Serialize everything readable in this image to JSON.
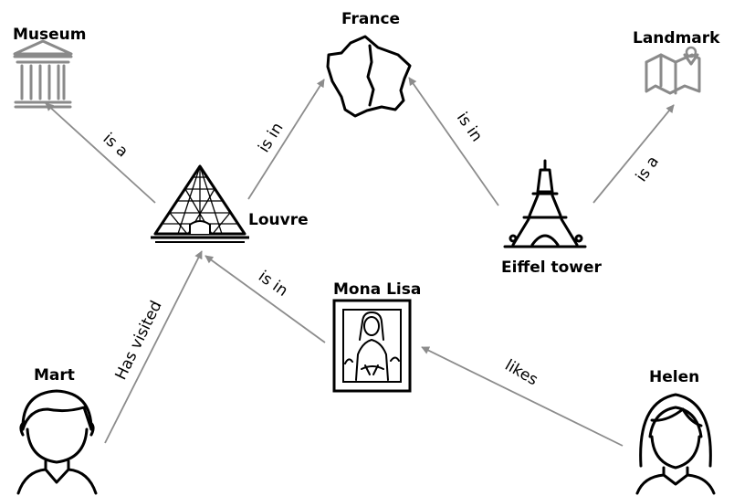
{
  "diagram": {
    "nodes": {
      "museum": "Museum",
      "france": "France",
      "landmark": "Landmark",
      "louvre": "Louvre",
      "eiffel": "Eiffel tower",
      "mona_lisa": "Mona Lisa",
      "mart": "Mart",
      "helen": "Helen"
    },
    "edges": {
      "louvre_museum": "is a",
      "louvre_france": "is in",
      "eiffel_france": "is in",
      "eiffel_landmark": "is a",
      "mona_louvre": "is in",
      "mart_louvre": "Has visited",
      "helen_mona": "likes"
    },
    "icons": {
      "museum": "museum-icon",
      "france": "france-map-icon",
      "landmark": "map-pin-icon",
      "louvre": "pyramid-icon",
      "eiffel": "eiffel-tower-icon",
      "mona_lisa": "painting-icon",
      "mart": "person-male-icon",
      "helen": "person-female-icon"
    },
    "colors": {
      "edge": "#8c8c8c",
      "icon_grey": "#8a8a8a",
      "ink": "#000000"
    }
  }
}
